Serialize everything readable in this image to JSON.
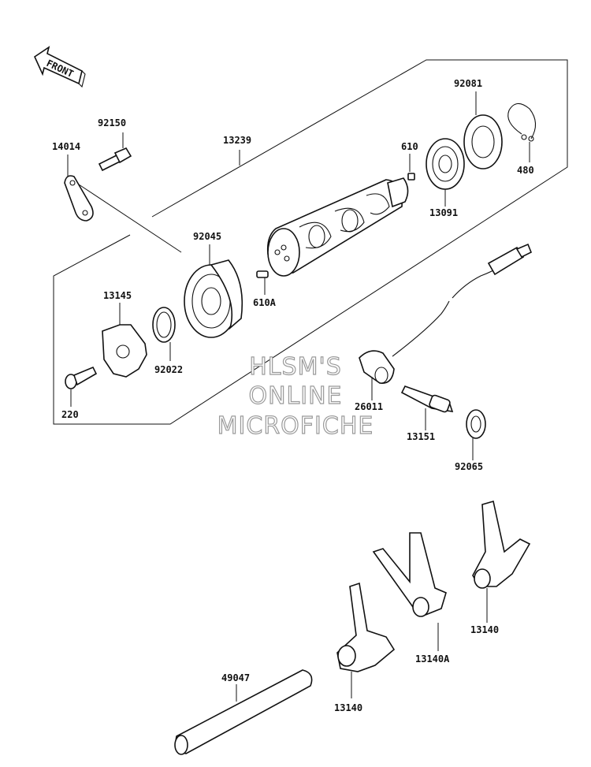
{
  "front_arrow": {
    "label": "FRONT"
  },
  "watermark": {
    "line1": "HLSM'S",
    "line2": "ONLINE",
    "line3": "MICROFICHE"
  },
  "parts": [
    {
      "id": "p92150",
      "number": "92150"
    },
    {
      "id": "p14014",
      "number": "14014"
    },
    {
      "id": "p13239",
      "number": "13239"
    },
    {
      "id": "p92081",
      "number": "92081"
    },
    {
      "id": "p610",
      "number": "610"
    },
    {
      "id": "p480",
      "number": "480"
    },
    {
      "id": "p13091",
      "number": "13091"
    },
    {
      "id": "p92045",
      "number": "92045"
    },
    {
      "id": "p13145",
      "number": "13145"
    },
    {
      "id": "p610A",
      "number": "610A"
    },
    {
      "id": "p92022",
      "number": "92022"
    },
    {
      "id": "p26011",
      "number": "26011"
    },
    {
      "id": "p220",
      "number": "220"
    },
    {
      "id": "p13151",
      "number": "13151"
    },
    {
      "id": "p92065",
      "number": "92065"
    },
    {
      "id": "p13140a",
      "number": "13140"
    },
    {
      "id": "p13140A",
      "number": "13140A"
    },
    {
      "id": "p49047",
      "number": "49047"
    },
    {
      "id": "p13140b",
      "number": "13140"
    }
  ]
}
